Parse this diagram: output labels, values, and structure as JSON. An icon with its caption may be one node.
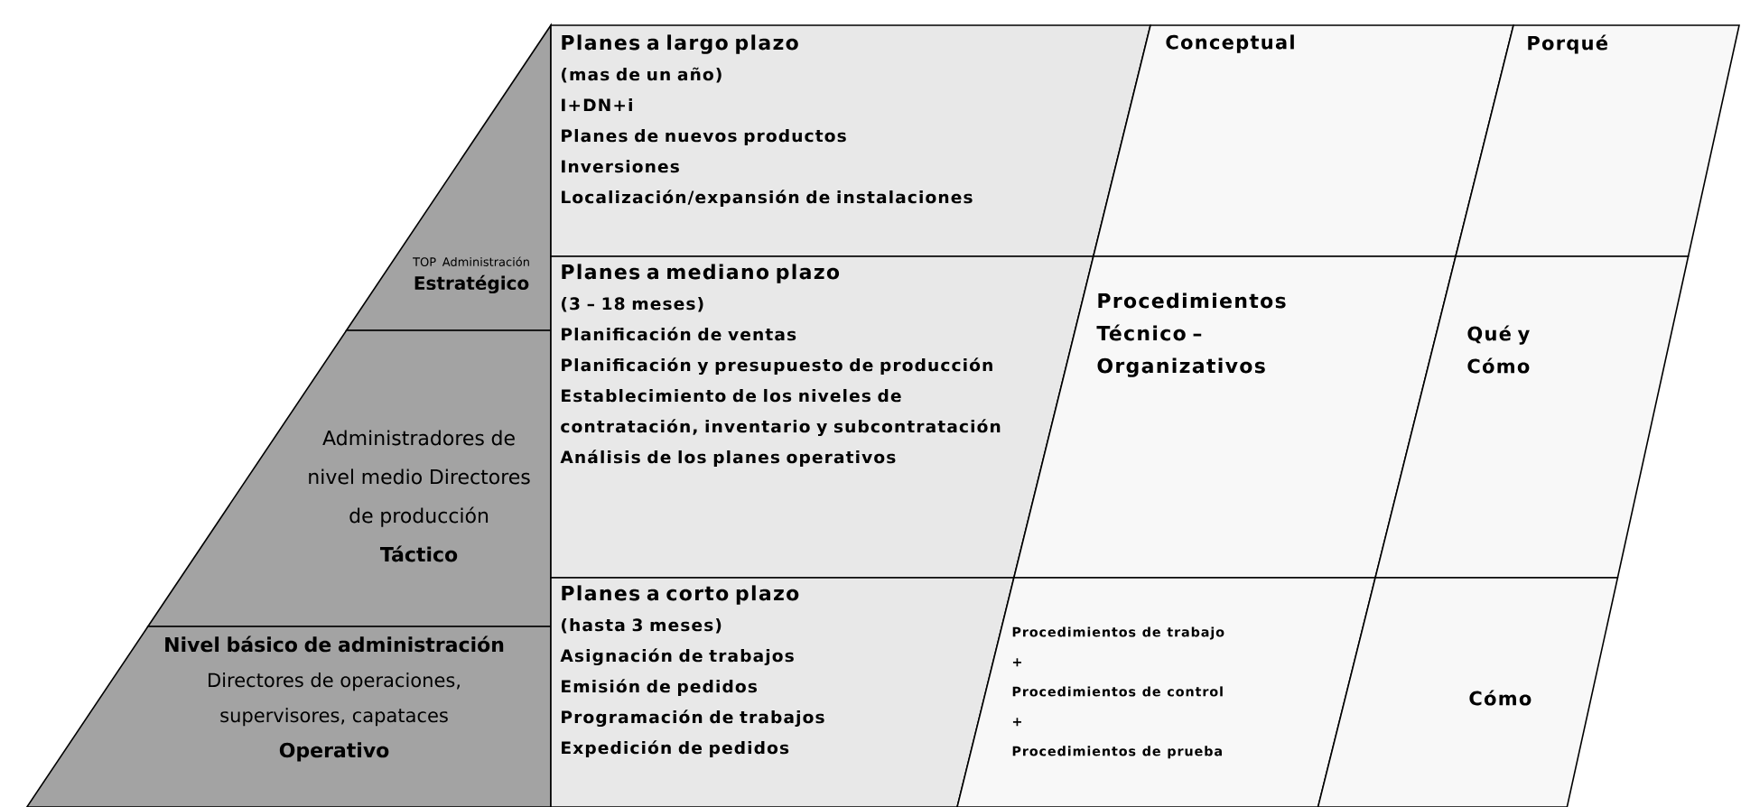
{
  "diagram": {
    "nodes": [
      {
        "text": [
          "TOP Administración",
          "Estratégico"
        ]
      },
      {
        "text": [
          "Administradores de nivel medio Directores de producción",
          "Táctico"
        ]
      },
      {
        "text": [
          "Nivel básico de administración",
          "Directores de operaciones, supervisores, capataces",
          "Operativo"
        ]
      },
      {
        "text": [
          "Planes a largo plazo",
          "(mas de un año)",
          "I+DN+i",
          "Planes de nuevos productos",
          "Inversiones",
          "Localización/expansión de instalaciones"
        ]
      },
      {
        "text": [
          "Conceptual"
        ]
      },
      {
        "text": [
          "Porqué"
        ]
      },
      {
        "text": [
          "Planes a mediano plazo",
          "(3 – 18 meses)",
          "Planificación de ventas",
          "Planificación y presupuesto de producción",
          "Establecimiento de los niveles de contratación, inventario y subcontratación",
          "Análisis de los planes operativos"
        ]
      },
      {
        "text": [
          "Procedimientos Técnico – Organizativos"
        ]
      },
      {
        "text": [
          "Qué y Cómo"
        ]
      },
      {
        "text": [
          "Planes a corto plazo",
          "(hasta 3 meses)",
          "Asignación de trabajos",
          "Emisión de pedidos",
          "Programación de trabajos",
          "Expedición de pedidos"
        ]
      },
      {
        "text": [
          "Procedimientos de trabajo",
          "+",
          "Procedimientos de control",
          "+",
          "Procedimientos de prueba"
        ]
      },
      {
        "text": [
          "Cómo"
        ]
      }
    ]
  }
}
